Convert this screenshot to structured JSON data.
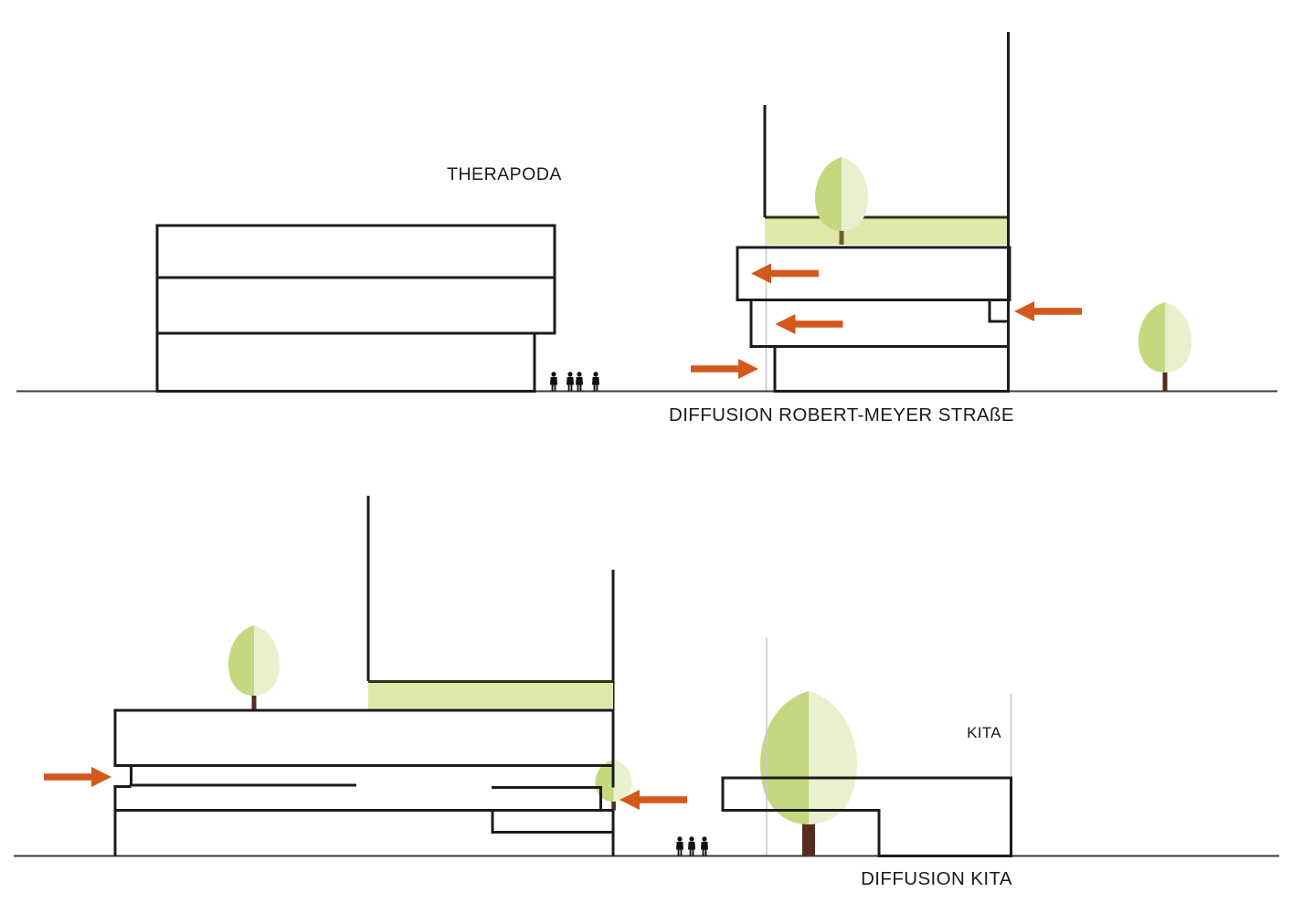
{
  "top_diagram": {
    "building_left_label": "THERAPODA",
    "caption": "DIFFUSION ROBERT-MEYER STRAßE"
  },
  "bottom_diagram": {
    "building_right_label": "KITA",
    "caption": "DIFFUSION KITA"
  },
  "colors": {
    "outline": "#1c1c1c",
    "ground": "#3a3a3a",
    "guide": "#c9c9c9",
    "arrow": "#d4571b",
    "band_fill": "#dfe7ab",
    "band_top": "#30330f",
    "tree_left": "#c6d87f",
    "tree_right": "#e9f0ce",
    "trunk_brown": "#552c21",
    "trunk_olive": "#6b5e2b",
    "person": "#111111",
    "text": "#1a1a1a"
  }
}
